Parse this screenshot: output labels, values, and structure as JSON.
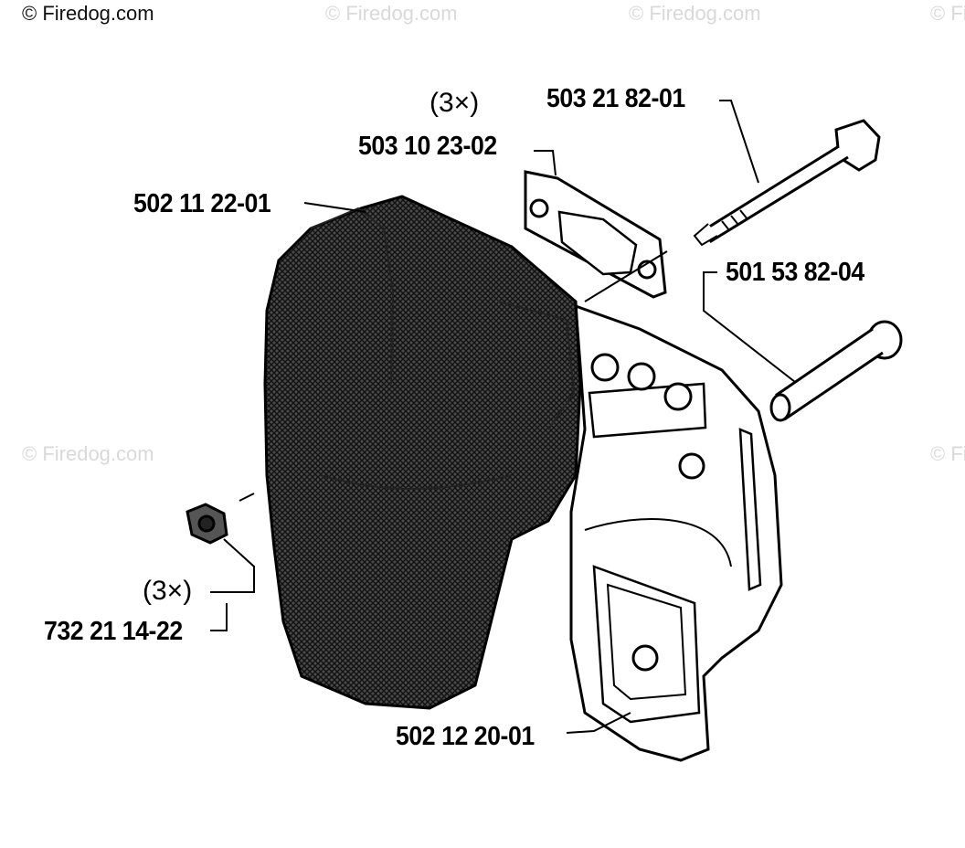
{
  "watermark": {
    "main": "© Firedog.com",
    "repeat": "© Firedog.com"
  },
  "parts": {
    "bolt": "503 21 82-01",
    "gasket_qty": "(3×)",
    "gasket": "503 10 23-02",
    "muffler": "502 11 22-01",
    "spacer_bolt": "501 53 82-04",
    "nut_qty": "(3×)",
    "nut": "732 21 14-22",
    "bracket": "502 12 20-01"
  },
  "colors": {
    "line": "#000000",
    "muffler_fill": "#2e2e2e",
    "watermark": "#d9d9d9"
  }
}
